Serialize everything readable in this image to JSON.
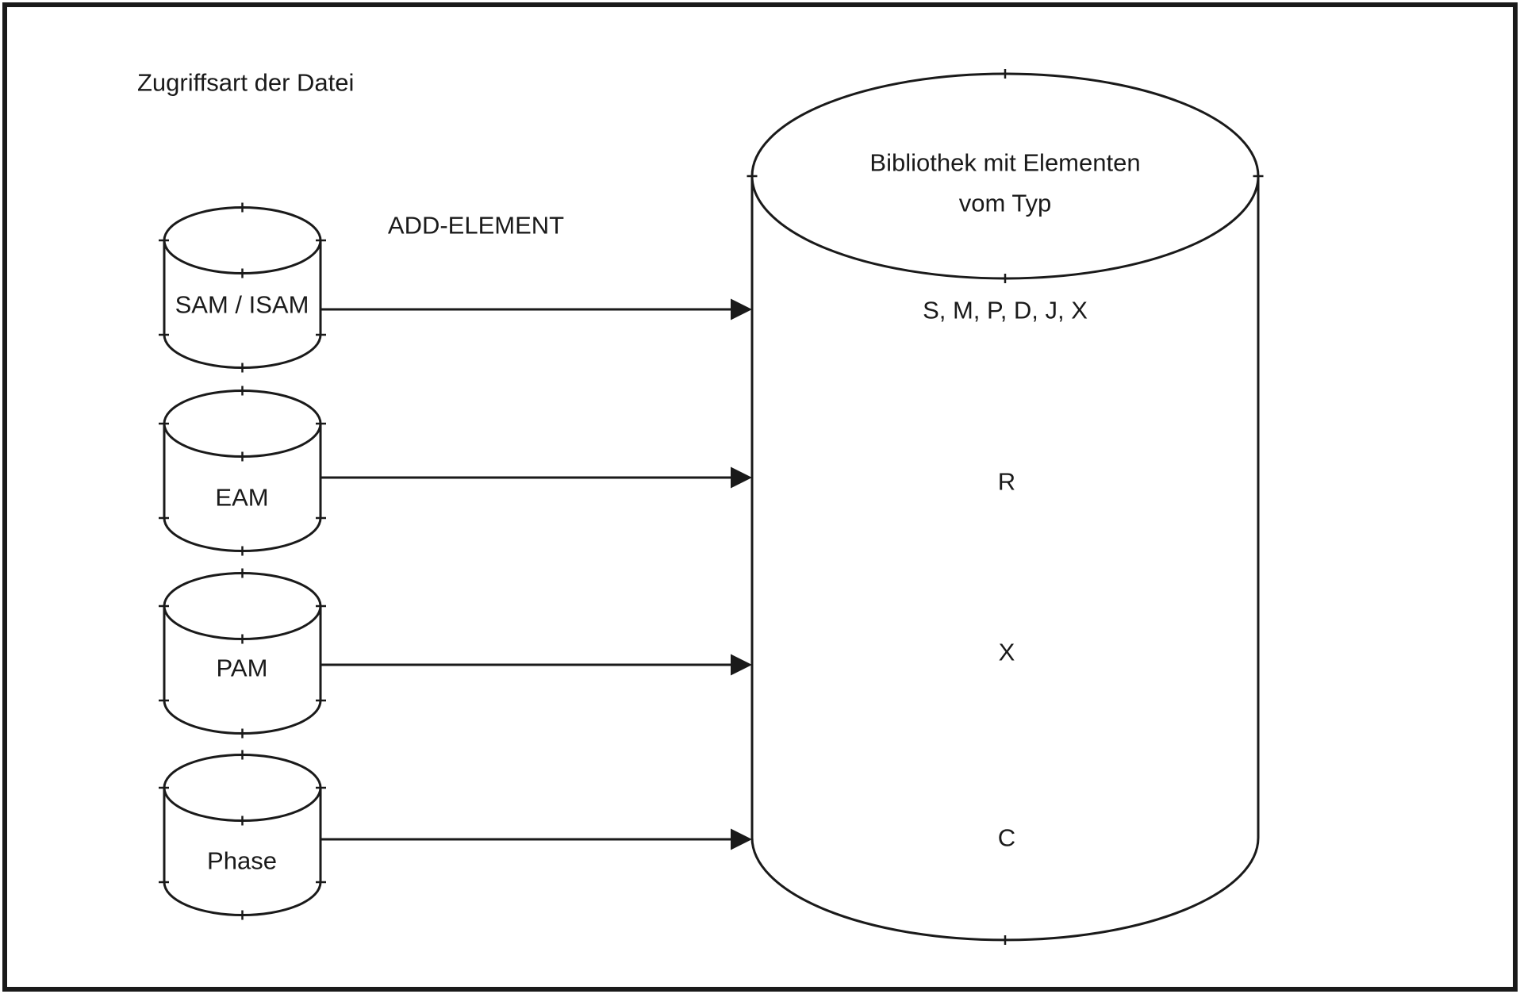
{
  "title": "Zugriffsart der Datei",
  "arrow_label": "ADD-ELEMENT",
  "sources": [
    {
      "label": "SAM / ISAM"
    },
    {
      "label": "EAM"
    },
    {
      "label": "PAM"
    },
    {
      "label": "Phase"
    }
  ],
  "library": {
    "title_line1": "Bibliothek mit Elementen",
    "title_line2": "vom Typ",
    "types_row": "S, M, P, D, J, X",
    "type_r": "R",
    "type_x": "X",
    "type_c": "C"
  },
  "colors": {
    "ink": "#1a1a1a",
    "background": "#ffffff"
  }
}
